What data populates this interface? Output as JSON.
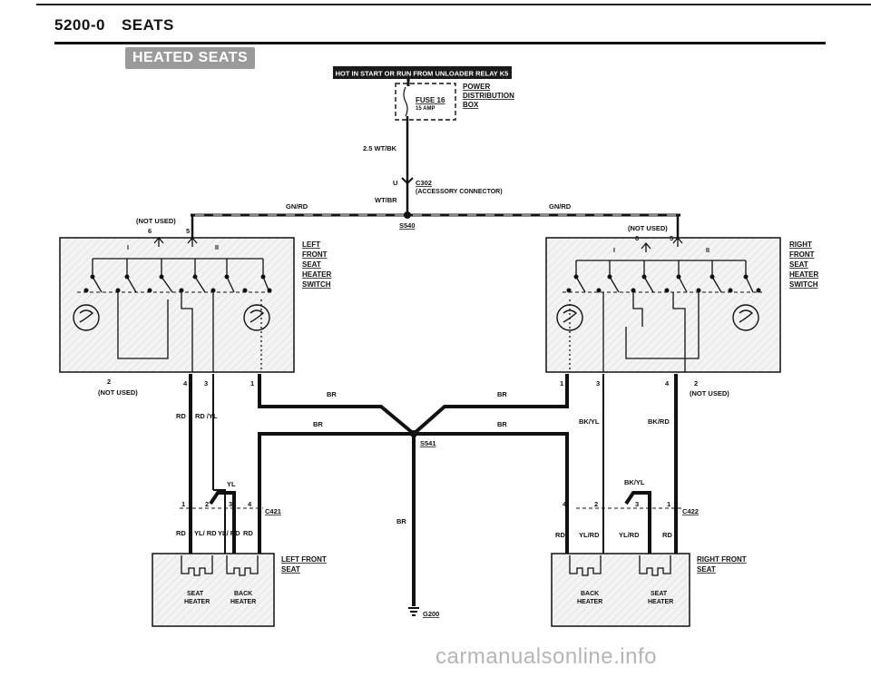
{
  "header": {
    "section": "5200-0",
    "title": "SEATS",
    "subtitle": "HEATED SEATS"
  },
  "diagram": {
    "relay_banner": "HOT IN START OR RUN FROM UNLOADER RELAY K5",
    "fuse": {
      "label": "FUSE 16",
      "rating": "15 AMP"
    },
    "power_box": {
      "line1": "POWER",
      "line2": "DISTRIBUTION",
      "line3": "BOX"
    },
    "wire_2_5_wtbk": "2.5 WT/BK",
    "connector_c302": {
      "pin": "U",
      "id": "C302",
      "desc": "(ACCESSORY CONNECTOR)"
    },
    "wire_wtbr": "WT/BR",
    "wire_gnrd_left": "GN/RD",
    "wire_gnrd_right": "GN/RD",
    "splice_s540": "S540",
    "splice_s541": "S541",
    "ground_g200": "G200",
    "not_used": "(NOT USED)",
    "switch_left": {
      "line1": "LEFT",
      "line2": "FRONT",
      "line3": "SEAT",
      "line4": "HEATER",
      "line5": "SWITCH"
    },
    "switch_right": {
      "line1": "RIGHT",
      "line2": "FRONT",
      "line3": "SEAT",
      "line4": "HEATER",
      "line5": "SWITCH"
    },
    "switch_roman_1": "I",
    "switch_roman_2": "II",
    "pins": {
      "p1": "1",
      "p2": "2",
      "p3": "3",
      "p4": "4",
      "p5": "5",
      "p6": "6"
    },
    "wire_br": "BR",
    "wire_rd": "RD",
    "wire_rdyl": "RD /YL",
    "wire_yl": "YL",
    "wire_ylrd_stack": "YL/ RD",
    "wire_bkyl": "BK/YL",
    "wire_bkrd": "BK/RD",
    "wire_ylrd": "YL/RD",
    "connector_c421": "C421",
    "connector_c422": "C422",
    "seat_left": {
      "line1": "LEFT FRONT",
      "line2": "SEAT"
    },
    "seat_right": {
      "line1": "RIGHT FRONT",
      "line2": "SEAT"
    },
    "seat_heater": {
      "line1": "SEAT",
      "line2": "HEATER"
    },
    "back_heater": {
      "line1": "BACK",
      "line2": "HEATER"
    }
  },
  "watermark": "carmanualsonline.info"
}
